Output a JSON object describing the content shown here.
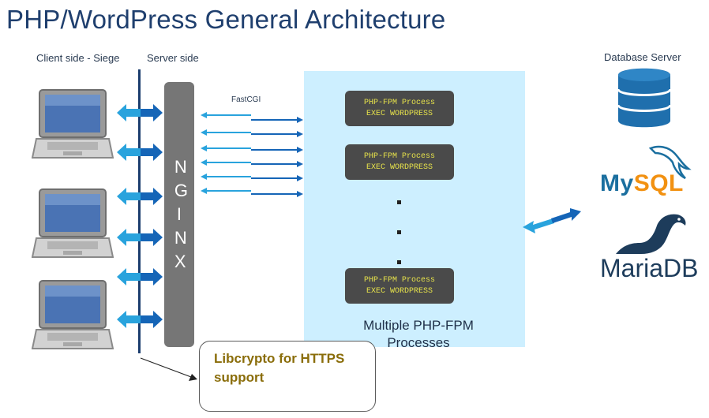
{
  "title": "PHP/WordPress General Architecture",
  "labels": {
    "client_side": "Client side - Siege",
    "server_side": "Server side",
    "database_server": "Database Server",
    "fastcgi": "FastCGI",
    "nginx": "NGINX",
    "multiple_processes_line1": "Multiple PHP-FPM",
    "multiple_processes_line2": "Processes"
  },
  "processes": [
    {
      "line1": "PHP-FPM Process",
      "line2": "EXEC WORDPRESS"
    },
    {
      "line1": "PHP-FPM Process",
      "line2": "EXEC WORDPRESS"
    },
    {
      "line1": "PHP-FPM Process",
      "line2": "EXEC WORDPRESS"
    }
  ],
  "callout": {
    "line1": "Libcrypto for HTTPS",
    "line2": "support"
  },
  "logos": {
    "mysql": "MySQL",
    "mariadb": "MariaDB"
  },
  "icons": [
    "laptop-icon",
    "database-icon",
    "mysql-dolphin-icon",
    "mariadb-seal-icon",
    "double-arrow-icon"
  ],
  "colors": {
    "title": "#1f3f6e",
    "fpm_area": "#cdefff",
    "process_box": "#4a4a4a",
    "process_text": "#e6e24a",
    "nginx_bar": "#767676",
    "arrow_light": "#29a3dd",
    "arrow_dark": "#1565b7",
    "callout_text": "#8a6d0a",
    "mysql_blue": "#1b6f9f",
    "mysql_orange": "#f29111",
    "database": "#1f6fad"
  }
}
